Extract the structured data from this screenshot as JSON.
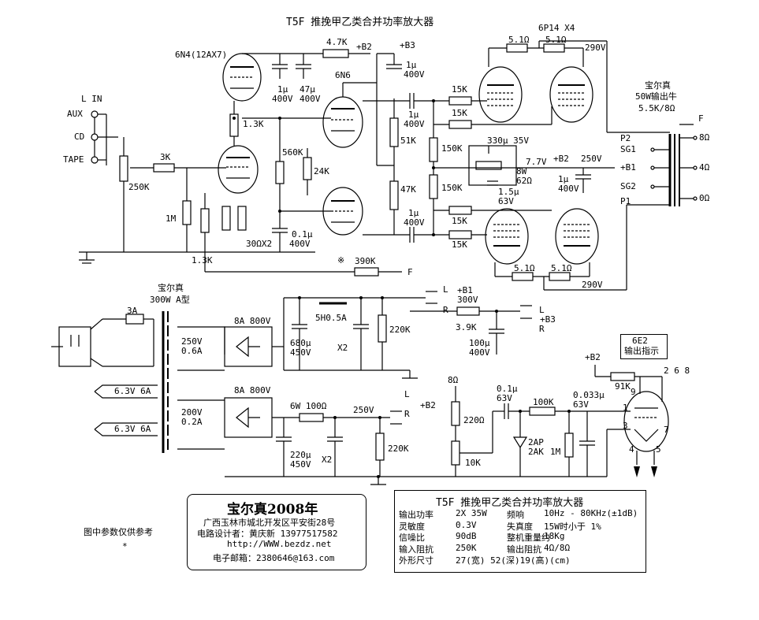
{
  "title": "T5F 推挽甲乙类合并功率放大器",
  "tubes": {
    "preamp": "6N4(12AX7)",
    "driver": "6N6",
    "power": "6P14 X4",
    "indicator": "6E2",
    "indicator_caption": "输出指示"
  },
  "inputs": {
    "header": "L IN",
    "aux": "AUX",
    "cd": "CD",
    "tape": "TAPE"
  },
  "labels": {
    "r_4k7": "4.7K",
    "b2_top": "+B2",
    "b3_top": "+B3",
    "c_1u_top": "1μ",
    "c_400v_top": "400V",
    "c1": "1μ",
    "c1v": "400V",
    "c47": "47μ",
    "c47v": "400V",
    "r_1k3_a": "1.3K",
    "r_3k": "3K",
    "r_250k": "250K",
    "r_1m": "1M",
    "r_560k": "560K",
    "r_24k": "24K",
    "r_51k": "51K",
    "r_47k": "47K",
    "c_01u": "0.1μ",
    "c_01u_v": "400V",
    "r_30ohm": "30ΩX2",
    "r_1k3_b": "1.3K",
    "r_390k": "390K",
    "fb_f": "F",
    "c_cp1": "1μ",
    "c_cp1v": "400V",
    "c_cp2": "1μ",
    "c_cp2v": "400V",
    "r_15k_a": "15K",
    "r_15k_b": "15K",
    "r_15k_c": "15K",
    "r_15k_d": "15K",
    "r_150k_a": "150K",
    "r_150k_b": "150K",
    "c_330u": "330μ 35V",
    "r_62": "8W\n62Ω",
    "v_77": "7.7V",
    "c_15u": "1.5μ\n63V",
    "b2_mid": "+B2",
    "v_250": "250V",
    "c_1u_mid": "1μ\n400V",
    "r_51ohm_1": "5.1Ω",
    "r_51ohm_2": "5.1Ω",
    "r_51ohm_3": "5.1Ω",
    "r_51ohm_4": "5.1Ω",
    "v_290_top": "290V",
    "v_290_bot": "290V",
    "ot_brand": "宝尔真",
    "ot_model": "50W输出牛",
    "ot_imp": "5.5K/8Ω",
    "ot_p2": "P2",
    "ot_sg1": "SG1",
    "ot_b1": "+B1",
    "ot_sg2": "SG2",
    "ot_p1": "P1",
    "ot_f": "F",
    "ot_8": "8Ω",
    "ot_4": "4Ω",
    "ot_0": "0Ω",
    "pt_brand": "宝尔真",
    "pt_model": "300W A型",
    "fuse": "3A",
    "br1": "8A 800V",
    "choke": "5H0.5A",
    "v250_06": "250V\n0.6A",
    "c680": "680μ\n450V",
    "x2a": "X2",
    "r220k_a": "220K",
    "b1_lbl": "+B1",
    "b1_v": "300V",
    "L1": "L",
    "R1": "R",
    "r_39k": "3.9K",
    "c100": "100μ\n400V",
    "b3_lbl": "+B3",
    "L2": "L",
    "R2": "R",
    "h1": "6.3V 6A",
    "h2": "6.3V 6A",
    "br2": "8A 800V",
    "v200_02": "200V\n0.2A",
    "r_100": "6W 100Ω",
    "c220": "220μ\n450V",
    "x2b": "X2",
    "v250b": "250V",
    "r220k_b": "220K",
    "L3": "L",
    "R3": "R",
    "b2_lbl": "+B2",
    "ind_8": "8Ω",
    "r220ohm": "220Ω",
    "r10k": "10K",
    "c01_63": "0.1μ\n63V",
    "r100k": "100K",
    "d2ap": "2AP\n2AK",
    "r1m": "1M",
    "c0033": "0.033μ\n63V",
    "r91k": "91K",
    "ind_b2": "+B2",
    "pins268": "2 6 8",
    "pin9": "9",
    "pin1": "1",
    "pin3": "3",
    "pin7": "7",
    "pin4": "4",
    "pin5": "5",
    "note": "图中参数仅供参考",
    "note_star": "*",
    "star_mark": "※"
  },
  "company": {
    "name": "宝尔真2008年",
    "address": "广西玉林市城北开发区平安街28号",
    "designer": "电路设计者：黄庆新 13977517582",
    "url": "http://WWW.bezdz.net",
    "email": "电子邮箱：2380646@163.com"
  },
  "specs": {
    "title": "T5F 推挽甲乙类合并功率放大器",
    "rows": [
      {
        "k1": "输出功率",
        "v1": "2X 35W",
        "k2": "频响",
        "v2": "10Hz - 80KHz(±1dB)"
      },
      {
        "k1": "灵敏度",
        "v1": "0.3V",
        "k2": "失真度",
        "v2": "15W时小于 1%"
      },
      {
        "k1": "信噪比",
        "v1": "90dB",
        "k2": "整机重量约",
        "v2": "18Kg"
      },
      {
        "k1": "输入阻抗",
        "v1": "250K",
        "k2": "输出阻抗",
        "v2": "4Ω/8Ω"
      },
      {
        "k1": "外形尺寸",
        "v1": "27(宽) 52(深)19(高)(cm)",
        "k2": "",
        "v2": ""
      }
    ]
  }
}
